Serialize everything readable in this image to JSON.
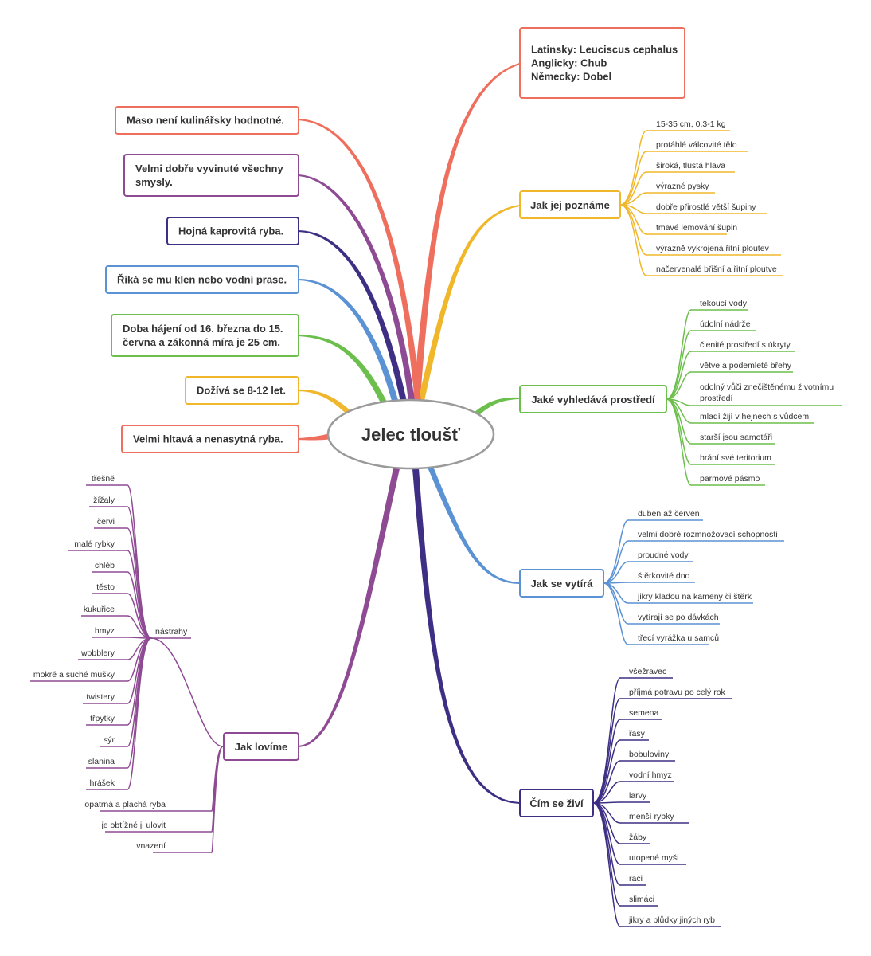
{
  "center": {
    "label": "Jelec tloušť"
  },
  "topics": {
    "names": {
      "lines": [
        "Latinsky: Leuciscus cephalus",
        "Anglicky: Chub",
        "Německy: Dobel"
      ],
      "color": "#ef6f5e"
    },
    "identify": {
      "label": "Jak jej poznáme",
      "color": "#f1b72b",
      "leaves": [
        "15-35 cm, 0,3-1 kg",
        "protáhlé válcovité tělo",
        "široká, tlustá hlava",
        "výrazné pysky",
        "dobře přirostlé větší šupiny",
        "tmavé lemování šupin",
        "výrazně vykrojená řitní ploutev",
        "načervenalé břišní a řitní ploutve"
      ]
    },
    "habitat": {
      "label": "Jaké vyhledává prostředí",
      "color": "#6cbf4c",
      "leaves": [
        "tekoucí vody",
        "údolní nádrže",
        "členité prostředí s úkryty",
        "větve a podemleté břehy",
        "odolný vůči znečištěnému životnímu",
        "prostředí",
        "mladí žijí v hejnech s vůdcem",
        "starší jsou samotáři",
        "brání své teritorium",
        "parmové pásmo"
      ]
    },
    "spawn": {
      "label": "Jak se vytírá",
      "color": "#5b92d4",
      "leaves": [
        "duben až červen",
        "velmi dobré rozmnožovací schopnosti",
        "proudné vody",
        "štěrkovité dno",
        "jikry kladou na kameny či štěrk",
        "vytírají se po dávkách",
        "třecí vyrážka u samců"
      ]
    },
    "food": {
      "label": "Čím se živí",
      "color": "#3e2f84",
      "leaves": [
        "všežravec",
        "příjmá potravu po celý rok",
        "semena",
        "řasy",
        "bobuloviny",
        "vodní hmyz",
        "larvy",
        "menší rybky",
        "žáby",
        "utopené myši",
        "raci",
        "slimáci",
        "jikry a plůdky jiných ryb"
      ]
    },
    "fishing": {
      "label": "Jak lovíme",
      "color": "#8e4a93",
      "sub_label": "nástrahy",
      "baits": [
        "třešně",
        "žížaly",
        "červi",
        "malé rybky",
        "chléb",
        "těsto",
        "kukuřice",
        "hmyz",
        "wobblery",
        "mokré a suché mušky",
        "twistery",
        "třpytky",
        "sýr",
        "slanina",
        "hrášek"
      ],
      "others": [
        "opatrná a plachá ryba",
        "je obtížné ji ulovit",
        "vnazení"
      ]
    },
    "left_facts": [
      {
        "lines": [
          "Maso není kulinářsky hodnotné."
        ],
        "color": "#ef6f5e"
      },
      {
        "lines": [
          "Velmi dobře vyvinuté všechny",
          "smysly."
        ],
        "color": "#8e4a93"
      },
      {
        "lines": [
          "Hojná kaprovitá ryba."
        ],
        "color": "#3e2f84"
      },
      {
        "lines": [
          "Říká se mu klen nebo vodní prase."
        ],
        "color": "#5b92d4"
      },
      {
        "lines": [
          "Doba hájení od 16. března do 15.",
          "června a zákonná míra je 25 cm."
        ],
        "color": "#6cbf4c"
      },
      {
        "lines": [
          "Dožívá se 8-12 let."
        ],
        "color": "#f1b72b"
      },
      {
        "lines": [
          "Velmi hltavá a nenasytná ryba."
        ],
        "color": "#ef6f5e"
      }
    ]
  }
}
